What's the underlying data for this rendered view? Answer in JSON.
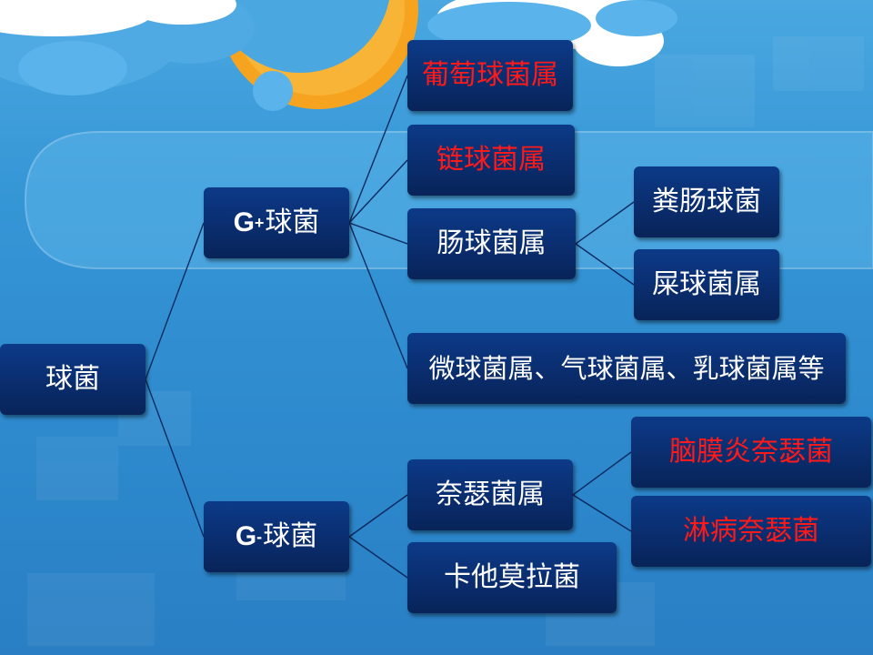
{
  "diagram": {
    "root": {
      "label": "球菌"
    },
    "gram_positive": {
      "letter": "G",
      "sign": "+",
      "label": "球菌"
    },
    "gram_negative": {
      "letter": "G",
      "sign": "-",
      "label": "球菌"
    },
    "gp_children": [
      {
        "label": "葡萄球菌属",
        "highlight": true
      },
      {
        "label": "链球菌属",
        "highlight": true
      },
      {
        "label": "肠球菌属",
        "highlight": false
      },
      {
        "label": "微球菌属、气球菌属、乳球菌属等",
        "highlight": false
      }
    ],
    "enterococcus_children": [
      {
        "label": "粪肠球菌",
        "highlight": false
      },
      {
        "label": "屎球菌属",
        "highlight": false
      }
    ],
    "gn_children": [
      {
        "label": "奈瑟菌属",
        "highlight": false
      },
      {
        "label": "卡他莫拉菌",
        "highlight": false
      }
    ],
    "neisseria_children": [
      {
        "label": "脑膜炎奈瑟菌",
        "highlight": true
      },
      {
        "label": "淋病奈瑟菌",
        "highlight": true
      }
    ]
  },
  "colors": {
    "node_fill": "#0a2d6e",
    "text": "#ffffff",
    "highlight_text": "#ff1a1a",
    "connector": "#0a2a60",
    "background": "#3596d6",
    "sun": "#f5a623"
  }
}
